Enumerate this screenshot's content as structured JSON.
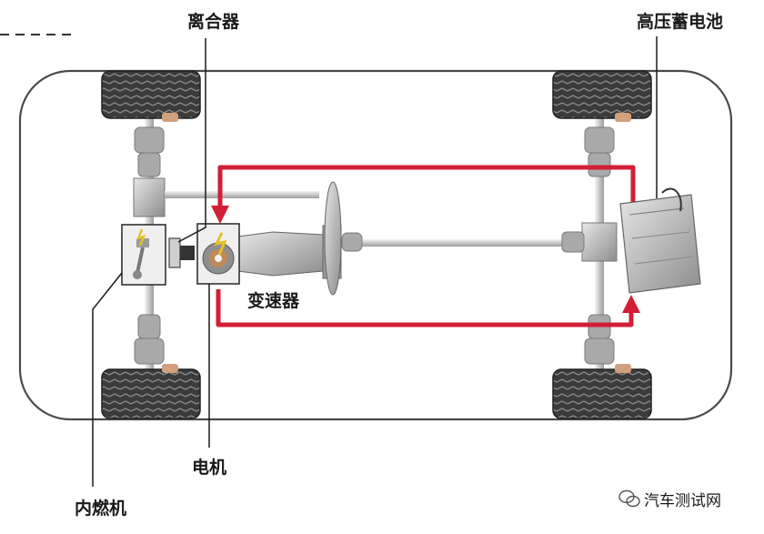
{
  "labels": {
    "clutch": "离合器",
    "battery": "高压蓄电池",
    "transmission": "变速器",
    "motor": "电机",
    "engine": "内燃机"
  },
  "watermark": {
    "text": "汽车测试网",
    "icon": "wechat-bubble-icon"
  },
  "colors": {
    "power_flow": "#d21f36",
    "chassis_outline": "#4a4a4a",
    "tire": "#3a3a3a",
    "component": "#c9c9c9",
    "leader": "#1a1a1a"
  }
}
